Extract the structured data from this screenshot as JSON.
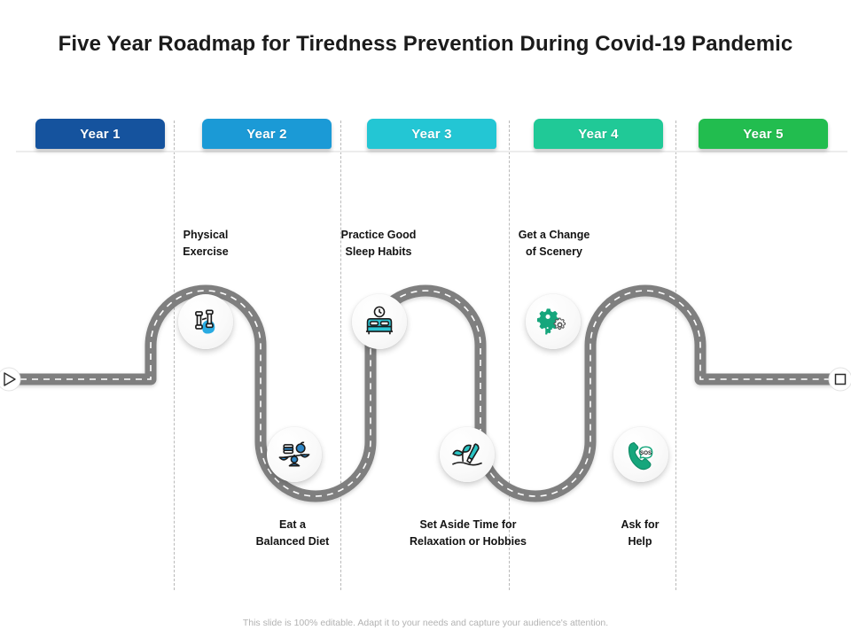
{
  "slide": {
    "title": "Five Year Roadmap for Tiredness Prevention During Covid-19 Pandemic",
    "footer_note": "This slide is 100% editable. Adapt it to your needs and capture your audience's attention."
  },
  "years": [
    {
      "label": "Year 1",
      "color": "#15539e"
    },
    {
      "label": "Year 2",
      "color": "#1b9ad6"
    },
    {
      "label": "Year 3",
      "color": "#23c6d4"
    },
    {
      "label": "Year 4",
      "color": "#20c997"
    },
    {
      "label": "Year 5",
      "color": "#22bd4f"
    }
  ],
  "steps": [
    {
      "position": "top",
      "caption": "Physical\nExercise",
      "caption_line1": "Physical",
      "caption_line2": "Exercise",
      "icon": "dumbbells-icon",
      "icon_color": "#1b9ad6"
    },
    {
      "position": "bottom",
      "caption": "Eat a\nBalanced Diet",
      "caption_line1": "Eat a",
      "caption_line2": "Balanced Diet",
      "icon": "balance-scale-food-icon",
      "icon_color": "#1f86c4"
    },
    {
      "position": "top",
      "caption": "Practice Good\nSleep Habits",
      "caption_line1": "Practice Good",
      "caption_line2": "Sleep Habits",
      "icon": "bed-clock-icon",
      "icon_color": "#23c6d4"
    },
    {
      "position": "bottom",
      "caption": "Set Aside Time for\nRelaxation or Hobbies",
      "caption_line1": "Set Aside Time for",
      "caption_line2": "Relaxation or Hobbies",
      "icon": "plant-trowel-icon",
      "icon_color": "#2bc4c4"
    },
    {
      "position": "top",
      "caption": "Get a Change\nof Scenery",
      "caption_line1": "Get a Change",
      "caption_line2": "of Scenery",
      "icon": "gears-icon",
      "icon_color": "#18a97c"
    },
    {
      "position": "bottom",
      "caption": "Ask for\nHelp",
      "caption_line1": "Ask for",
      "caption_line2": "Help",
      "icon": "phone-sos-icon",
      "icon_color": "#18a97c"
    }
  ],
  "road": {
    "surface_color": "#7f7f7f",
    "lane_color": "#ffffff",
    "start_marker": "play-triangle-icon",
    "end_marker": "stop-square-icon"
  }
}
